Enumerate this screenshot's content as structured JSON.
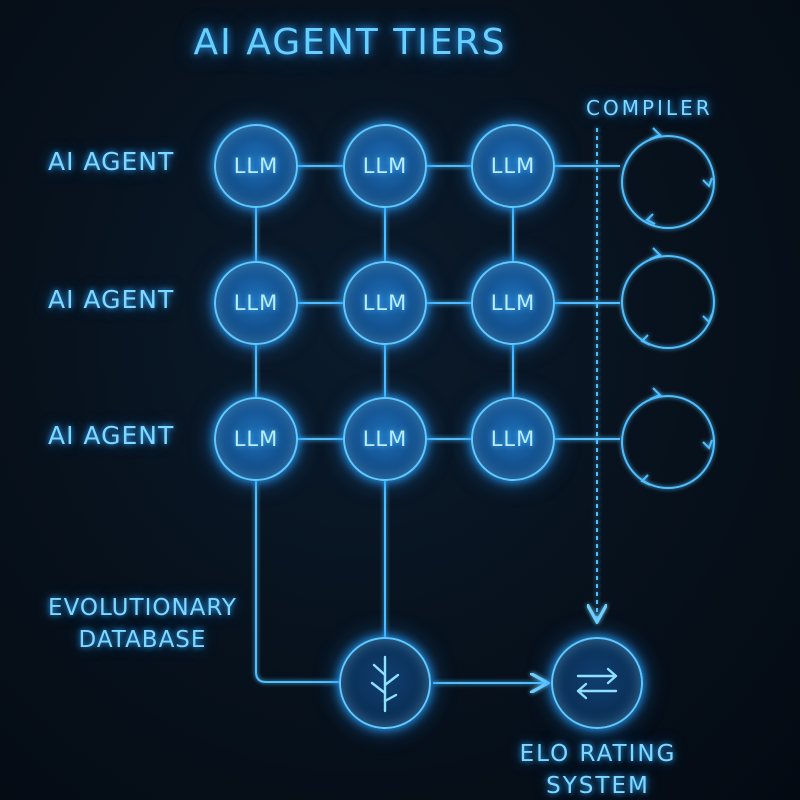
{
  "title": "AI AGENT TIERS",
  "compiler_label": "COMPILER",
  "rows": [
    {
      "label": "AI AGENT",
      "nodes": [
        "LLM",
        "LLM",
        "LLM"
      ]
    },
    {
      "label": "AI AGENT",
      "nodes": [
        "LLM",
        "LLM",
        "LLM"
      ]
    },
    {
      "label": "AI AGENT",
      "nodes": [
        "LLM",
        "LLM",
        "LLM"
      ]
    }
  ],
  "evolutionary_database": {
    "line1": "EVOLUTIONARY",
    "line2": "DATABASE",
    "icon": "branch-icon"
  },
  "elo_rating": {
    "line1": "ELO RATING",
    "line2": "SYSTEM",
    "icon": "exchange-arrows-icon"
  },
  "colors": {
    "glow": "#2aa3ff",
    "line": "#5ec8ff",
    "text": "#7fd8ff",
    "background": "#07111c"
  }
}
